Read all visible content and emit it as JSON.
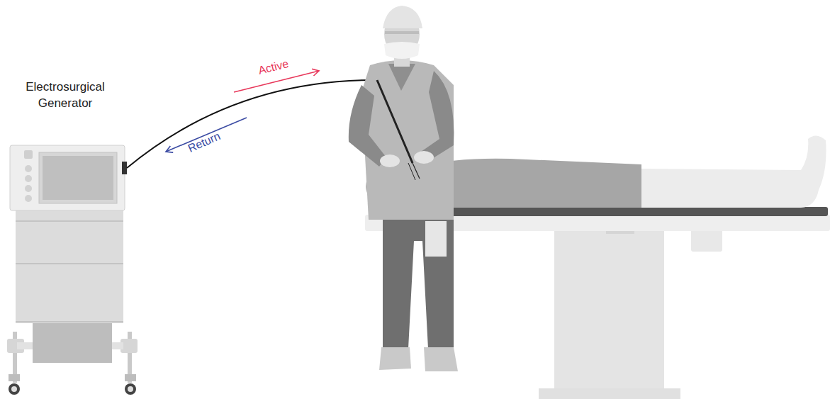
{
  "diagram": {
    "labels": [
      "Electrosurgical Generator",
      "Active",
      "Return"
    ]
  }
}
